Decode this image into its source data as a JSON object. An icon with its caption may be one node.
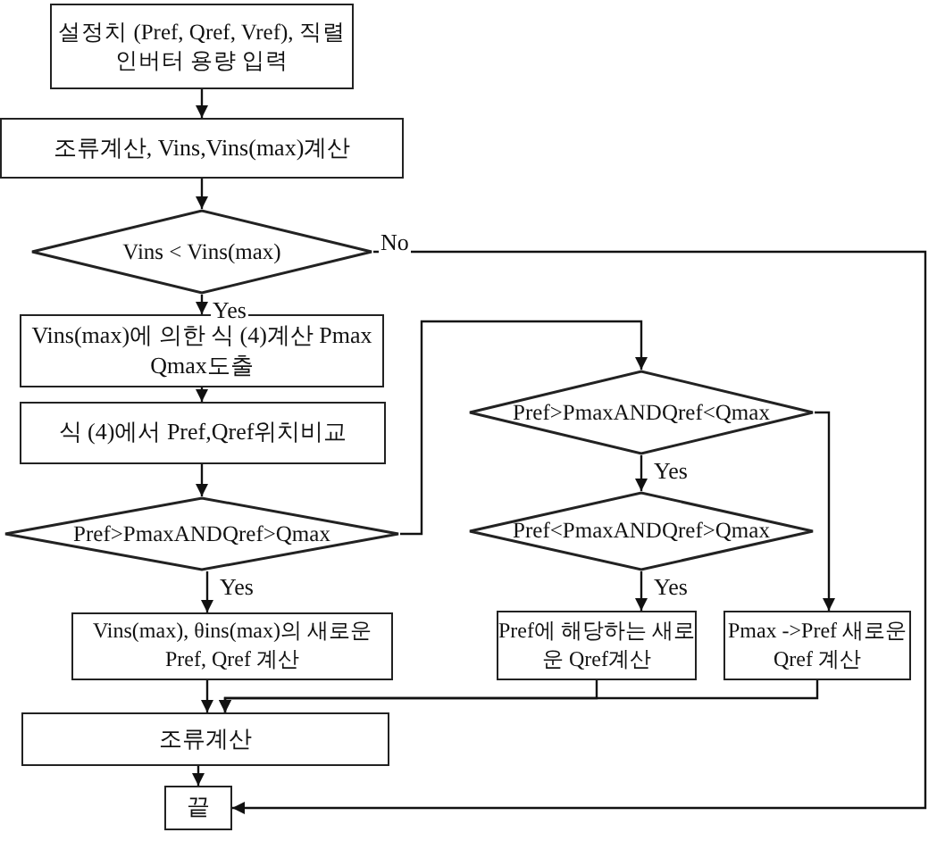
{
  "diagram": {
    "nodes": [
      {
        "text": [
          "설정치 (Pref, Qref, Vref), 직렬인버터 용량 입력"
        ]
      },
      {
        "text": [
          "조류계산, Vins,Vins(max)계산"
        ]
      },
      {
        "text": [
          "Vins < Vins(max)"
        ]
      },
      {
        "text": [
          "Vins(max)에 의한 식 (4)계산 Pmax Qmax도출"
        ]
      },
      {
        "text": [
          "식 (4)에서 Pref,Qref위치비교"
        ]
      },
      {
        "text": [
          "Pref>PmaxANDQref>Qmax"
        ]
      },
      {
        "text": [
          "Vins(max), θins(max)의 새로운 Pref, Qref 계산"
        ]
      },
      {
        "text": [
          "Pref>PmaxANDQref<Qmax"
        ]
      },
      {
        "text": [
          "Pref<PmaxANDQref>Qmax"
        ]
      },
      {
        "text": [
          "Pref에 해당하는 새로운 Qref계산"
        ]
      },
      {
        "text": [
          "Pmax ->Pref 새로운 Qref 계산"
        ]
      },
      {
        "text": [
          "조류계산"
        ]
      },
      {
        "text": [
          "끝"
        ]
      }
    ],
    "edges": [
      {
        "from": 0,
        "to": 1,
        "arrow": "to"
      },
      {
        "from": 1,
        "to": 2,
        "arrow": "to"
      },
      {
        "from": 2,
        "to": 3,
        "arrow": "to",
        "label": "Yes"
      },
      {
        "from": 2,
        "to": 12,
        "arrow": "to",
        "label": "No"
      },
      {
        "from": 3,
        "to": 4,
        "arrow": "to"
      },
      {
        "from": 4,
        "to": 5,
        "arrow": "to"
      },
      {
        "from": 5,
        "to": 6,
        "arrow": "to",
        "label": "Yes"
      },
      {
        "from": 5,
        "to": 7,
        "arrow": "to"
      },
      {
        "from": 7,
        "to": 8,
        "arrow": "to",
        "label": "Yes"
      },
      {
        "from": 7,
        "to": 10,
        "arrow": "to"
      },
      {
        "from": 8,
        "to": 9,
        "arrow": "to",
        "label": "Yes"
      },
      {
        "from": 6,
        "to": 11,
        "arrow": "to"
      },
      {
        "from": 9,
        "to": 11,
        "arrow": "to"
      },
      {
        "from": 10,
        "to": 11,
        "arrow": "to"
      },
      {
        "from": 11,
        "to": 12,
        "arrow": "to"
      }
    ]
  }
}
